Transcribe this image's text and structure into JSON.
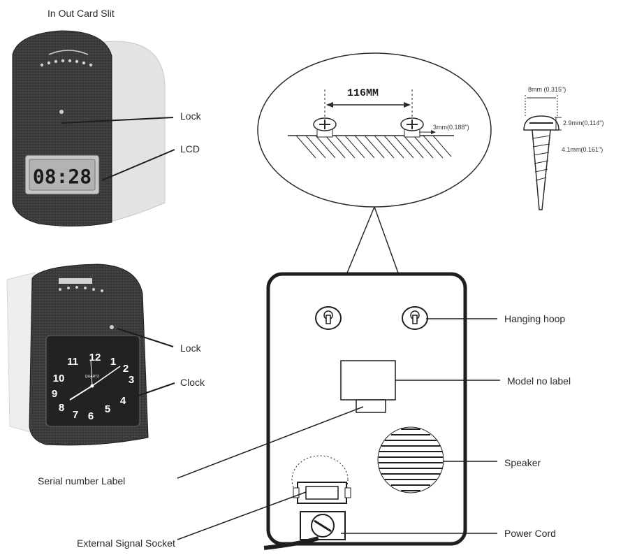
{
  "labels": {
    "card_slit": "In Out Card Slit",
    "lock_top": "Lock",
    "lcd": "LCD",
    "lock_bottom": "Lock",
    "clock": "Clock",
    "serial_number_label": "Serial number Label",
    "external_signal_socket": "External Signal Socket",
    "hanging_hoop": "Hanging hoop",
    "model_no_label": "Model no label",
    "speaker": "Speaker",
    "power_cord": "Power Cord"
  },
  "dimensions": {
    "hoop_spacing": "116MM",
    "screw_head_gap": "3mm(0.188\")",
    "screw_head_width": "8mm (0.315\")",
    "screw_head_height": "2.9mm(0.114\")",
    "screw_shank_width": "4.1mm(0.161\")"
  },
  "lcd_display": "08:28",
  "clock_numerals": [
    "12",
    "1",
    "2",
    "3",
    "4",
    "5",
    "6",
    "7",
    "8",
    "9",
    "10",
    "11"
  ],
  "clock_brand": "QUARTZ",
  "colors": {
    "device_body": "#3a3a3a",
    "device_side": "#d9d9d9",
    "line": "#2a2a2a",
    "lcd_bg": "#c8c8c8"
  }
}
